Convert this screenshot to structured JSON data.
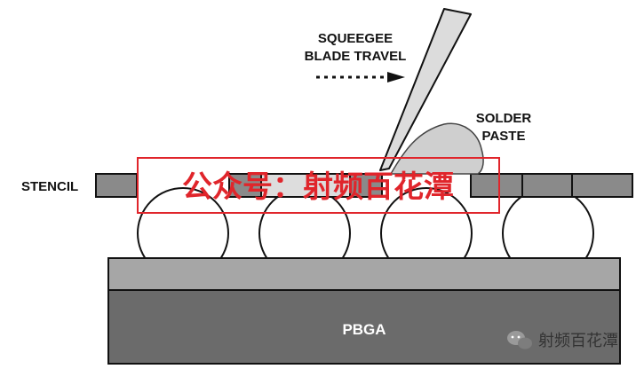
{
  "labels": {
    "squeegee_line1": "SQUEEGEE",
    "squeegee_line2": "BLADE TRAVEL",
    "solder_line1": "SOLDER",
    "solder_line2": "PASTE",
    "stencil": "STENCIL",
    "package": "PBGA"
  },
  "watermark": {
    "text": "公众号：射频百花潭",
    "color": "#e0252b"
  },
  "footer": {
    "account": "射频百花潭"
  },
  "colors": {
    "stencil": "#8a8a8a",
    "substrate_top": "#a6a6a6",
    "package_body": "#6b6b6b",
    "paste": "#cfcfcf",
    "blade": "#dcdcdc"
  }
}
